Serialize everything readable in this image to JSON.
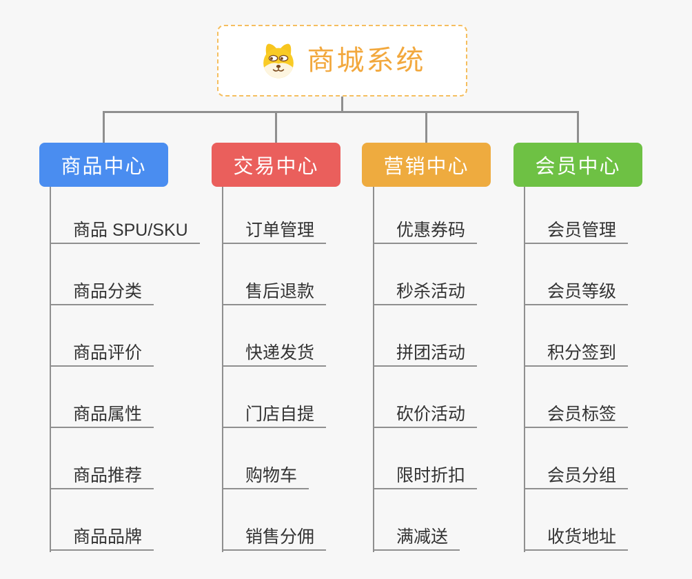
{
  "background_color": "#f7f7f7",
  "connector_color": "#8f8f8f",
  "root": {
    "title": "商城系统",
    "icon": "shiba-dog-icon",
    "accent_color": "#f2a83d",
    "border_color": "#f5be5e"
  },
  "branches": [
    {
      "label": "商品中心",
      "color": "#4a8df0",
      "items": [
        "商品 SPU/SKU",
        "商品分类",
        "商品评价",
        "商品属性",
        "商品推荐",
        "商品品牌"
      ]
    },
    {
      "label": "交易中心",
      "color": "#ea5f5c",
      "items": [
        "订单管理",
        "售后退款",
        "快递发货",
        "门店自提",
        "购物车",
        "销售分佣"
      ]
    },
    {
      "label": "营销中心",
      "color": "#eeab3f",
      "items": [
        "优惠券码",
        "秒杀活动",
        "拼团活动",
        "砍价活动",
        "限时折扣",
        "满减送"
      ]
    },
    {
      "label": "会员中心",
      "color": "#6ec144",
      "items": [
        "会员管理",
        "会员等级",
        "积分签到",
        "会员标签",
        "会员分组",
        "收货地址"
      ]
    }
  ]
}
